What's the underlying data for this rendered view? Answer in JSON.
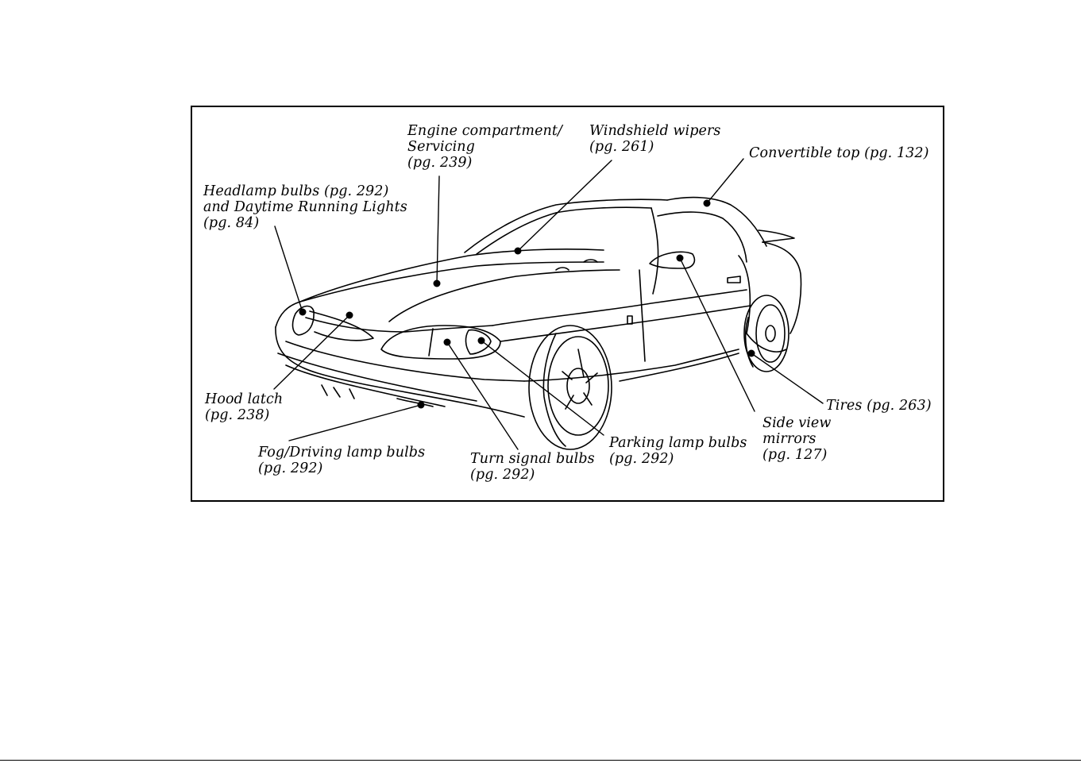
{
  "colors": {
    "ink": "#000000",
    "paper": "#ffffff"
  },
  "callouts": [
    {
      "id": "engine",
      "lines": [
        "Engine compartment/",
        "Servicing",
        "(pg. 239)"
      ]
    },
    {
      "id": "wipers",
      "lines": [
        "Windshield wipers",
        "(pg. 261)"
      ]
    },
    {
      "id": "top",
      "lines": [
        "Convertible top (pg. 132)"
      ]
    },
    {
      "id": "headlamp",
      "lines": [
        "Headlamp bulbs (pg. 292)",
        "and Daytime Running Lights",
        "(pg. 84)"
      ]
    },
    {
      "id": "hood",
      "lines": [
        "Hood latch",
        "(pg. 238)"
      ]
    },
    {
      "id": "fog",
      "lines": [
        "Fog/Driving lamp bulbs",
        "(pg. 292)"
      ]
    },
    {
      "id": "turn",
      "lines": [
        "Turn signal bulbs",
        "(pg. 292)"
      ]
    },
    {
      "id": "parking",
      "lines": [
        "Parking lamp bulbs",
        "(pg. 292)"
      ]
    },
    {
      "id": "mirrors",
      "lines": [
        "Side view",
        "mirrors",
        "(pg. 127)"
      ]
    },
    {
      "id": "tires",
      "lines": [
        "Tires (pg. 263)"
      ]
    }
  ]
}
